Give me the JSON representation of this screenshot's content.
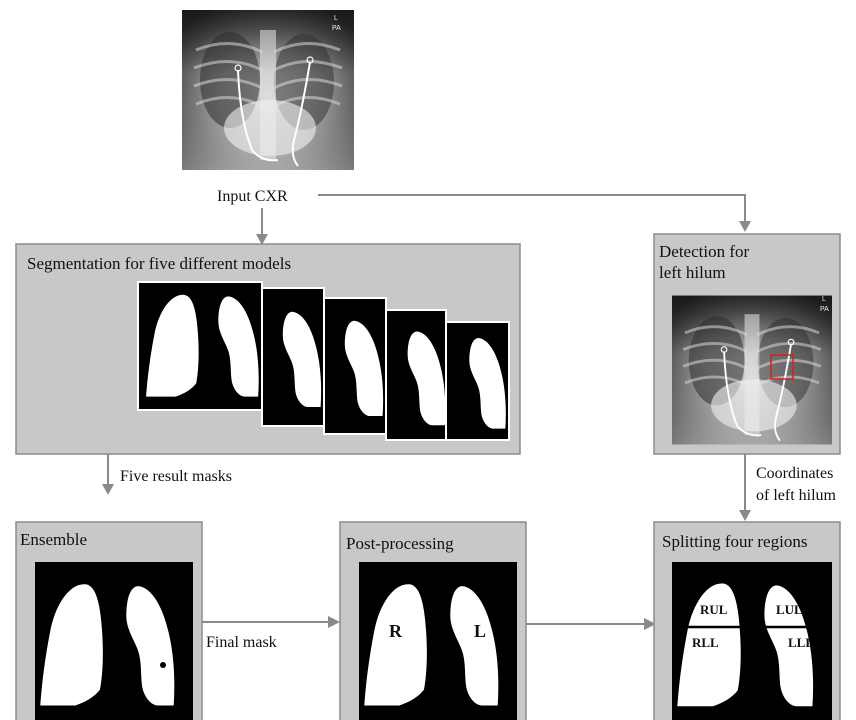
{
  "input": {
    "label": "Input CXR",
    "xray_tag_l": "L",
    "xray_tag_pa": "PA"
  },
  "segmentation": {
    "title": "Segmentation for five different models",
    "model_count": 5
  },
  "detection": {
    "title_line1": "Detection for",
    "title_line2": "left hilum"
  },
  "edges": {
    "five_masks": "Five result masks",
    "coords_line1": "Coordinates",
    "coords_line2": "of left hilum",
    "final_mask": "Final mask"
  },
  "ensemble": {
    "title": "Ensemble"
  },
  "postprocessing": {
    "title": "Post-processing",
    "right_label": "R",
    "left_label": "L"
  },
  "splitting": {
    "title": "Splitting four regions",
    "regions": {
      "rul": "RUL",
      "lul": "LUL",
      "rll": "RLL",
      "lll": "LLL"
    }
  },
  "colors": {
    "box_fill": "#c8c8c8",
    "arrow": "#8a8a8a",
    "hilum_marker": "#d42020"
  }
}
